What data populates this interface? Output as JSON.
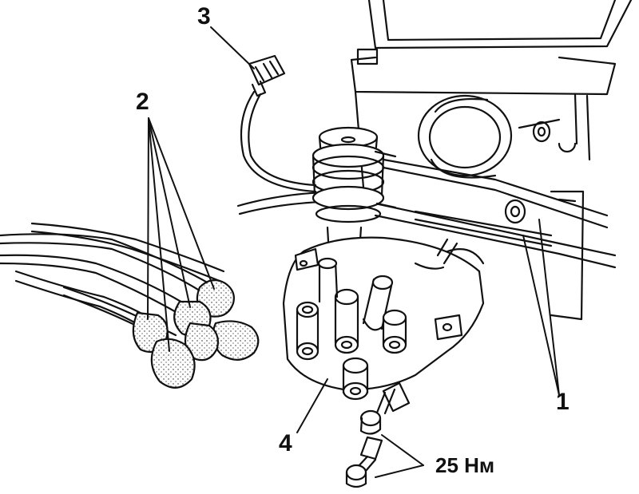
{
  "callouts": {
    "c1": "1",
    "c2": "2",
    "c3": "3",
    "c4": "4",
    "torque": "25 Нм"
  },
  "colors": {
    "ink": "#111111",
    "paper": "#ffffff"
  }
}
